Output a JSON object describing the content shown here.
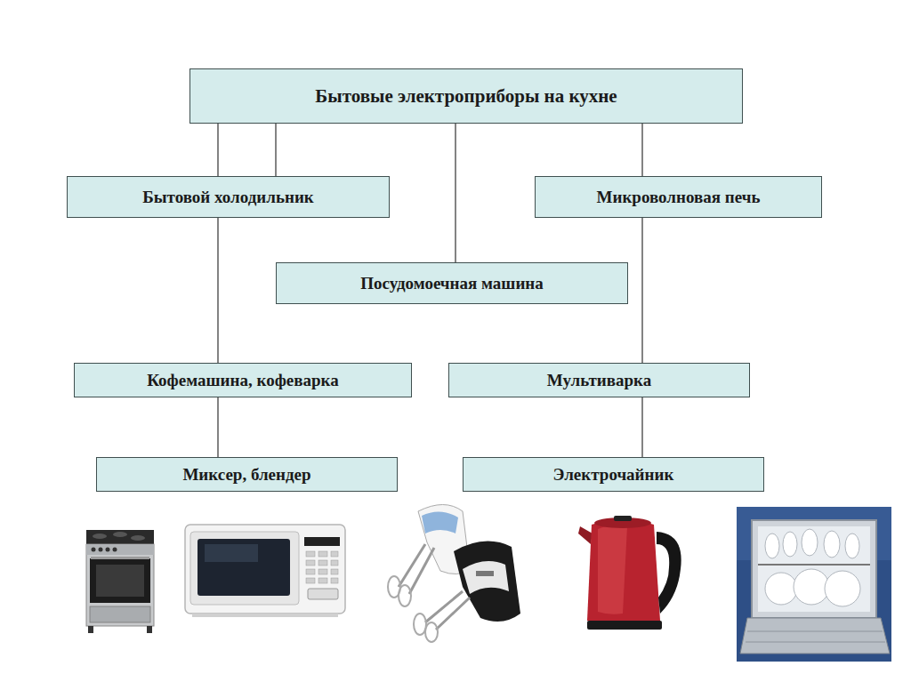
{
  "diagram": {
    "nodes": [
      {
        "text": [
          "Бытовые электроприборы на кухне"
        ]
      },
      {
        "text": [
          "Бытовой холодильник"
        ]
      },
      {
        "text": [
          "Микроволновая печь"
        ]
      },
      {
        "text": [
          "Посудомоечная машина"
        ]
      },
      {
        "text": [
          "Кофемашина, кофеварка"
        ]
      },
      {
        "text": [
          "Мультиварка"
        ]
      },
      {
        "text": [
          "Миксер, блендер"
        ]
      },
      {
        "text": [
          "Электрочайник"
        ]
      }
    ],
    "edges": [
      {
        "from": 0,
        "to": 1,
        "arrow": "none"
      },
      {
        "from": 0,
        "to": 1,
        "arrow": "none"
      },
      {
        "from": 0,
        "to": 3,
        "arrow": "none"
      },
      {
        "from": 0,
        "to": 2,
        "arrow": "none"
      },
      {
        "from": 1,
        "to": 4,
        "arrow": "none"
      },
      {
        "from": 2,
        "to": 5,
        "arrow": "none"
      },
      {
        "from": 4,
        "to": 6,
        "arrow": "none"
      },
      {
        "from": 5,
        "to": 7,
        "arrow": "none"
      }
    ]
  }
}
